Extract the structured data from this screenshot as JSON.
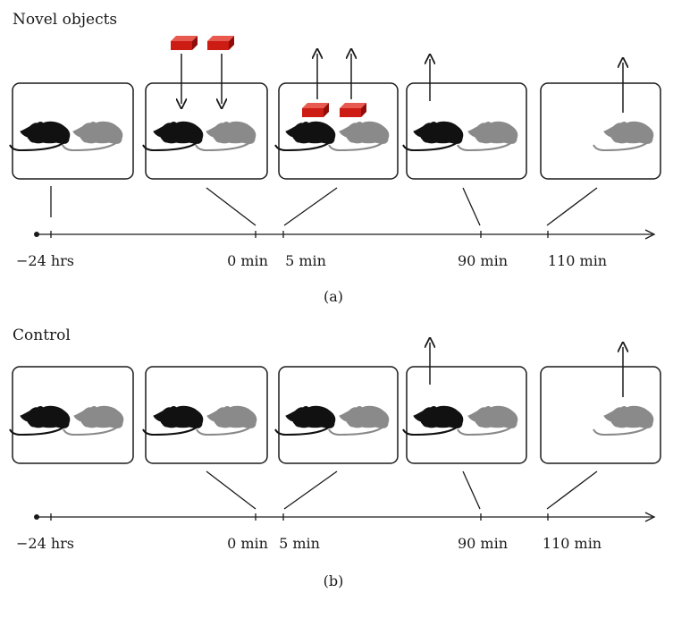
{
  "panel_a": {
    "title": "Novel objects",
    "ticks": [
      "−24 hrs",
      "0 min",
      "5 min",
      "90 min",
      "110 min"
    ],
    "caption": "(a)"
  },
  "panel_b": {
    "title": "Control",
    "ticks": [
      "−24 hrs",
      "0 min",
      "5 min",
      "90 min",
      "110 min"
    ],
    "caption": "(b)"
  },
  "colors": {
    "object": "#cc1c14",
    "rat_dark": "#111111",
    "rat_light": "#8a8a8a",
    "line": "#1a1a1a"
  }
}
